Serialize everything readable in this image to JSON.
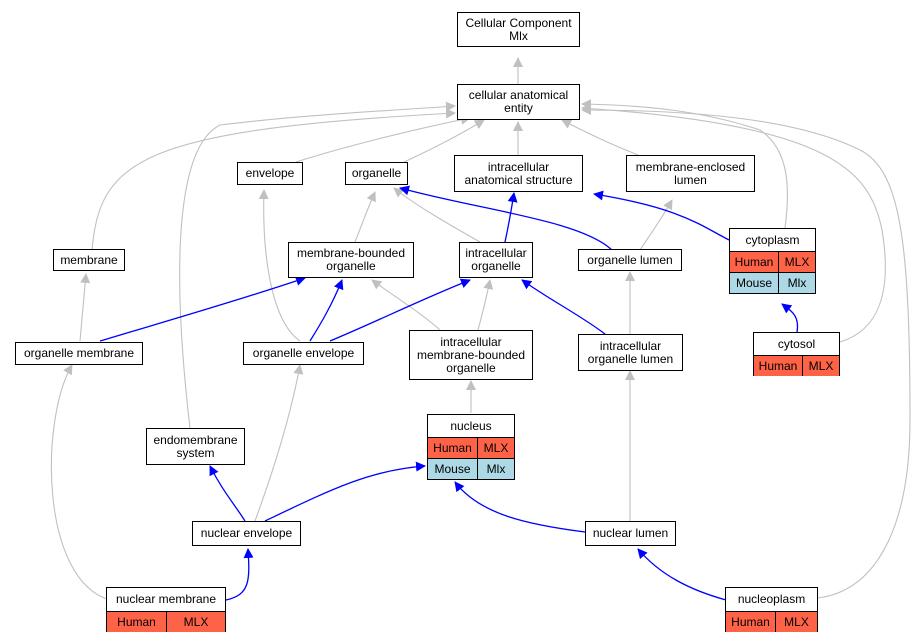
{
  "colors": {
    "gray_edge": "#c0c0c0",
    "blue_edge": "#0000ff",
    "human_fill": "#ff6347",
    "mouse_fill": "#add8e6"
  },
  "nodes": {
    "root": {
      "label": "Cellular Component\nMlx"
    },
    "cae": {
      "label": "cellular anatomical\nentity"
    },
    "envelope": {
      "label": "envelope"
    },
    "organelle": {
      "label": "organelle"
    },
    "ias": {
      "label": "intracellular\nanatomical structure"
    },
    "mel": {
      "label": "membrane-enclosed\nlumen"
    },
    "membrane": {
      "label": "membrane"
    },
    "mbo": {
      "label": "membrane-bounded\norganelle"
    },
    "io": {
      "label": "intracellular\norganelle"
    },
    "ol": {
      "label": "organelle lumen"
    },
    "cytoplasm": {
      "label": "cytoplasm",
      "human": [
        "Human",
        "MLX"
      ],
      "mouse": [
        "Mouse",
        "Mlx"
      ]
    },
    "om": {
      "label": "organelle membrane"
    },
    "oe": {
      "label": "organelle envelope"
    },
    "imbo": {
      "label": "intracellular\nmembrane-bounded\norganelle"
    },
    "iol": {
      "label": "intracellular\norganelle lumen"
    },
    "cytosol": {
      "label": "cytosol",
      "human": [
        "Human",
        "MLX"
      ]
    },
    "nucleus": {
      "label": "nucleus",
      "human": [
        "Human",
        "MLX"
      ],
      "mouse": [
        "Mouse",
        "Mlx"
      ]
    },
    "endo": {
      "label": "endomembrane\nsystem"
    },
    "ne": {
      "label": "nuclear envelope"
    },
    "nl": {
      "label": "nuclear lumen"
    },
    "nm": {
      "label": "nuclear membrane",
      "human": [
        "Human",
        "MLX"
      ]
    },
    "np": {
      "label": "nucleoplasm",
      "human": [
        "Human",
        "MLX"
      ]
    }
  }
}
